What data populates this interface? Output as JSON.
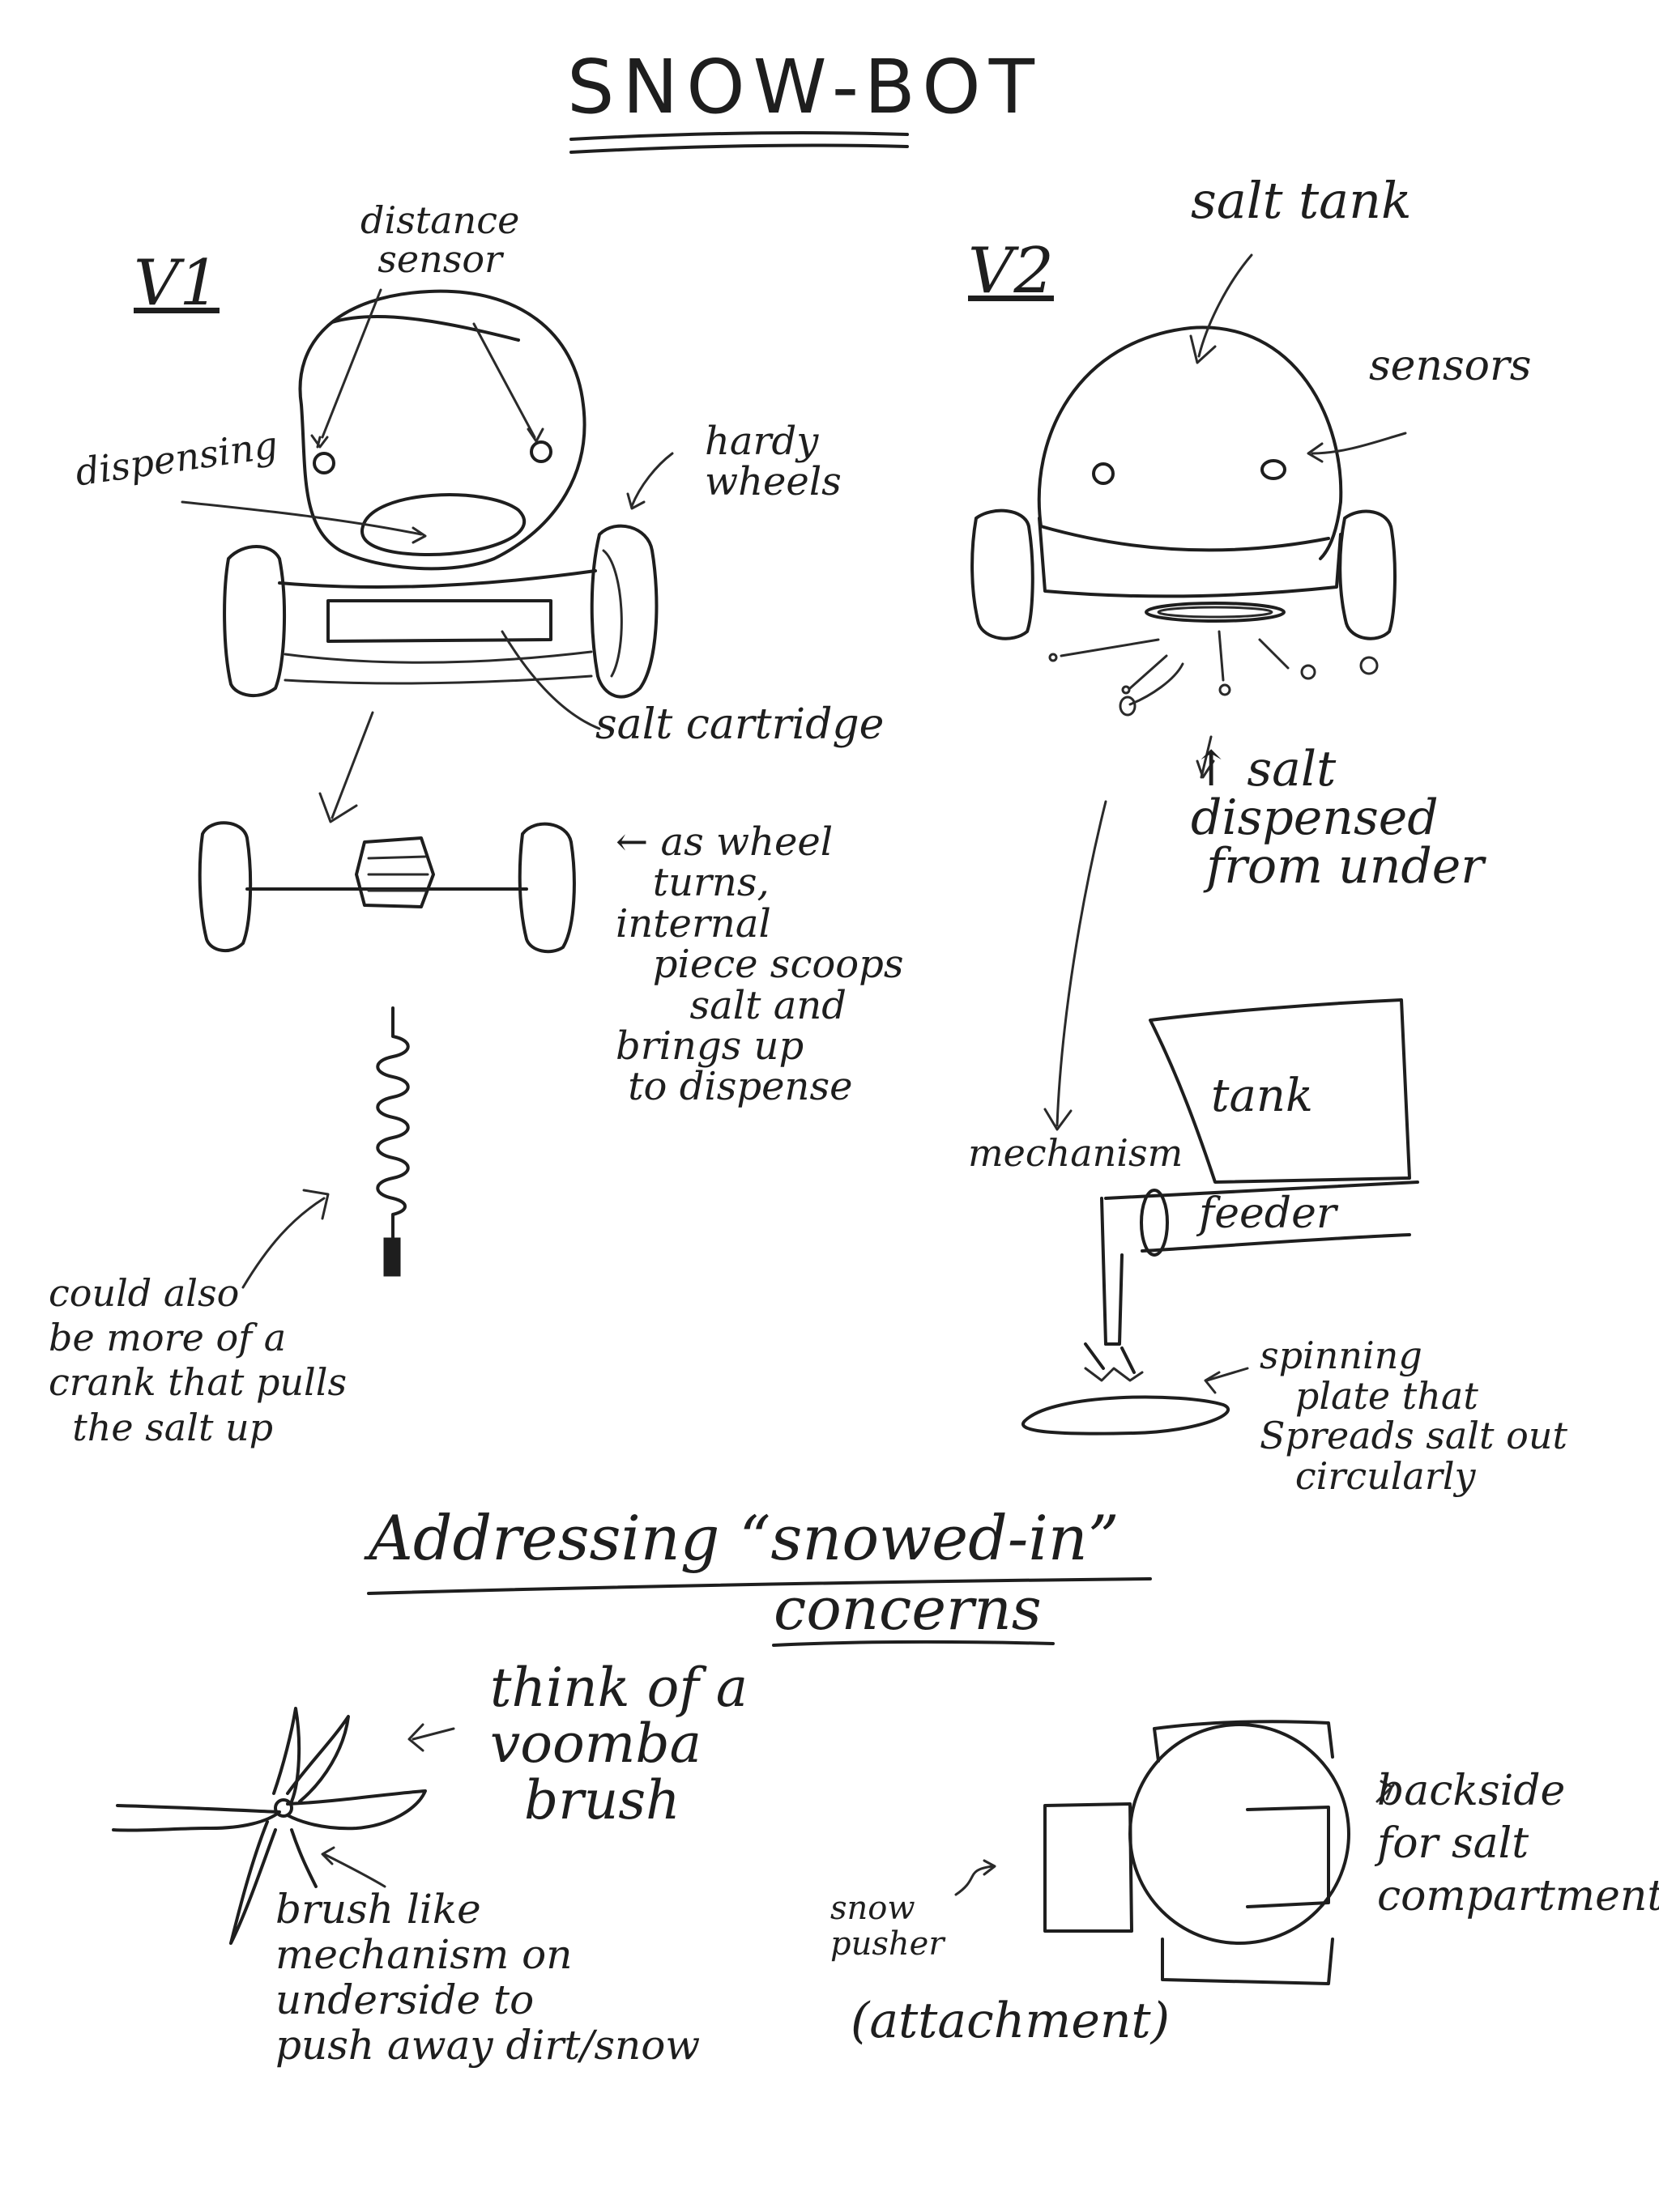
{
  "title": "SNOW-BOT",
  "v1": {
    "label": "V1",
    "distance_sensor": "distance\nsensor",
    "dispensing": "dispensing",
    "hardy_wheels": "hardy\nwheels",
    "salt_cartridge": "salt cartridge",
    "wheel_note": "← as wheel\n   turns,\ninternal\n   piece scoops\n      salt and\nbrings up\n to dispense",
    "crank_note": "could also\nbe more of a\ncrank that pulls\n  the salt up"
  },
  "v2": {
    "label": "V2",
    "salt_tank": "salt tank",
    "sensors": "sensors",
    "salt_dispensed": "↑ salt\ndispensed\n from under",
    "mechanism": "mechanism",
    "tank": "tank",
    "feeder": "feeder",
    "spinning_plate": "spinning\n   plate that\nSpreads salt out\n   circularly"
  },
  "section": {
    "heading_line1": "Addressing “snowed-in”",
    "heading_line2": "concerns",
    "voomba": "think of a\nvoomba\n  brush",
    "brush_note": "brush like\nmechanism on\nunderside to\npush away dirt/snow",
    "snow_pusher": "snow\npusher",
    "attachment": "(attachment)",
    "backside": "backside\nfor salt\ncompartment"
  }
}
